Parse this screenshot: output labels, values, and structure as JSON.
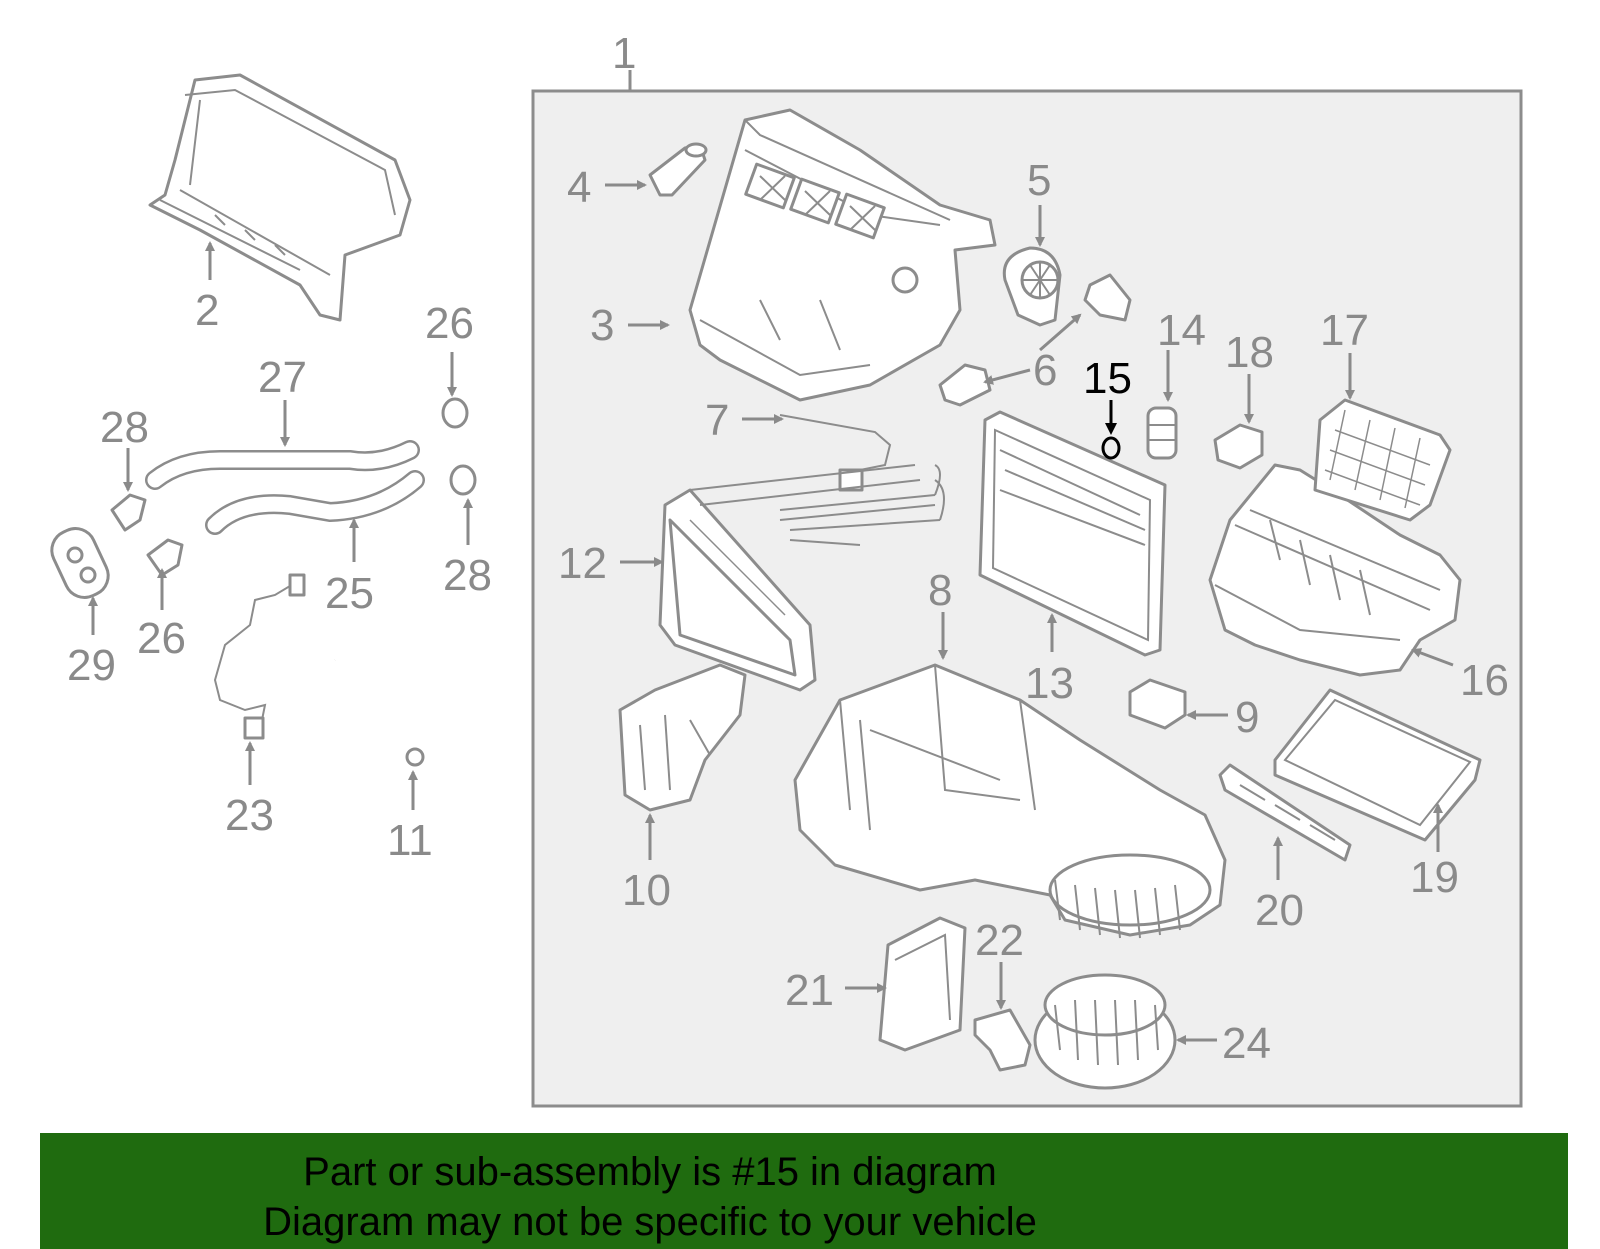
{
  "diagram": {
    "callouts": [
      {
        "id": "1",
        "label": "1"
      },
      {
        "id": "2",
        "label": "2"
      },
      {
        "id": "3",
        "label": "3"
      },
      {
        "id": "4",
        "label": "4"
      },
      {
        "id": "5",
        "label": "5"
      },
      {
        "id": "6",
        "label": "6"
      },
      {
        "id": "7",
        "label": "7"
      },
      {
        "id": "8",
        "label": "8"
      },
      {
        "id": "9",
        "label": "9"
      },
      {
        "id": "10",
        "label": "10"
      },
      {
        "id": "11",
        "label": "11"
      },
      {
        "id": "12",
        "label": "12"
      },
      {
        "id": "13",
        "label": "13"
      },
      {
        "id": "14",
        "label": "14"
      },
      {
        "id": "15",
        "label": "15",
        "highlighted": true
      },
      {
        "id": "16",
        "label": "16"
      },
      {
        "id": "17",
        "label": "17"
      },
      {
        "id": "18",
        "label": "18"
      },
      {
        "id": "19",
        "label": "19"
      },
      {
        "id": "20",
        "label": "20"
      },
      {
        "id": "21",
        "label": "21"
      },
      {
        "id": "22",
        "label": "22"
      },
      {
        "id": "23",
        "label": "23"
      },
      {
        "id": "24",
        "label": "24"
      },
      {
        "id": "25",
        "label": "25"
      },
      {
        "id": "26a",
        "label": "26"
      },
      {
        "id": "26b",
        "label": "26"
      },
      {
        "id": "27",
        "label": "27"
      },
      {
        "id": "28a",
        "label": "28"
      },
      {
        "id": "28b",
        "label": "28"
      },
      {
        "id": "29",
        "label": "29"
      }
    ],
    "highlight_color": "#000000",
    "callout_color": "#8a8a8a"
  },
  "banner": {
    "line1": "Part or sub-assembly is #15 in diagram",
    "line2": "Diagram may not be specific to your vehicle",
    "background": "#1f6b0f"
  }
}
